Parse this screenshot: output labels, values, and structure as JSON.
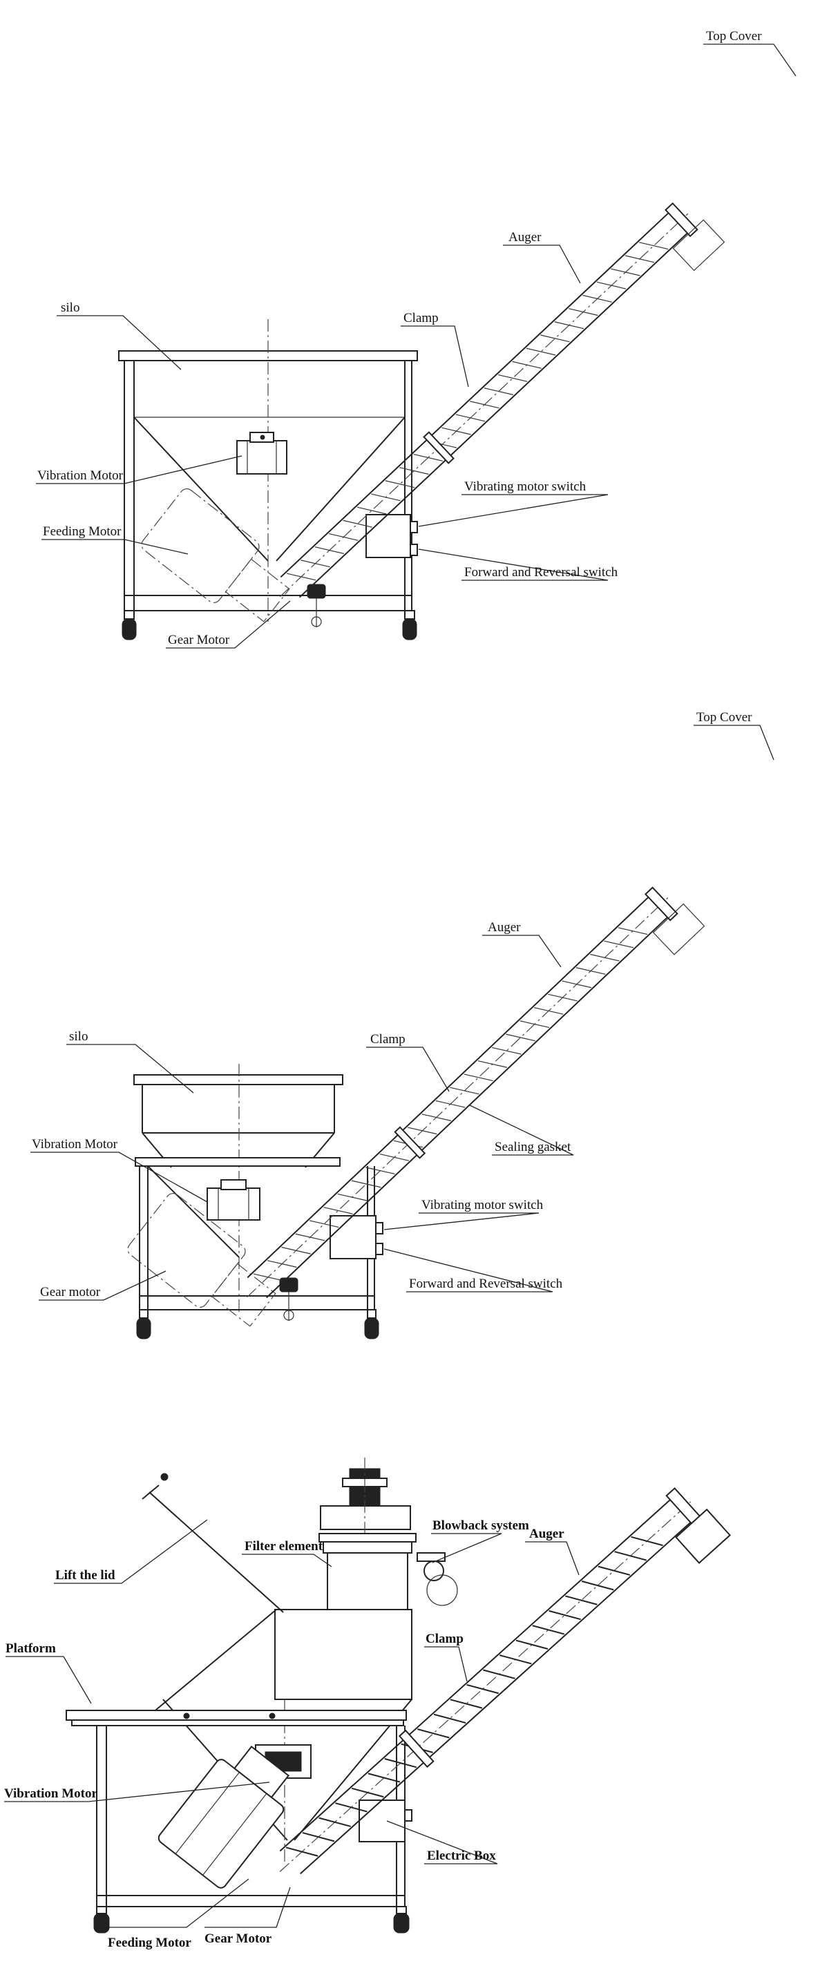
{
  "diagram1": {
    "labels": {
      "top_cover": "Top Cover",
      "auger": "Auger",
      "silo": "silo",
      "clamp": "Clamp",
      "vibration_motor": "Vibration Motor",
      "vibrating_motor_switch": "Vibrating motor switch",
      "feeding_motor": "Feeding Motor",
      "forward_reversal_switch": "Forward and Reversal switch",
      "gear_motor": "Gear Motor"
    }
  },
  "diagram2": {
    "labels": {
      "top_cover": "Top Cover",
      "auger": "Auger",
      "silo": "silo",
      "clamp": "Clamp",
      "sealing_gasket": "Sealing gasket",
      "vibration_motor": "Vibration Motor",
      "vibrating_motor_switch": "Vibrating motor switch",
      "gear_motor": "Gear motor",
      "forward_reversal_switch": "Forward and Reversal switch"
    }
  },
  "diagram3": {
    "labels": {
      "blowback_system": "Blowback system",
      "auger": "Auger",
      "filter_element": "Filter element",
      "lift_the_lid": "Lift the lid",
      "platform": "Platform",
      "clamp": "Clamp",
      "vibration_motor": "Vibration Motor",
      "electric_box": "Electric Box",
      "feeding_motor": "Feeding Motor",
      "gear_motor": "Gear Motor"
    }
  }
}
